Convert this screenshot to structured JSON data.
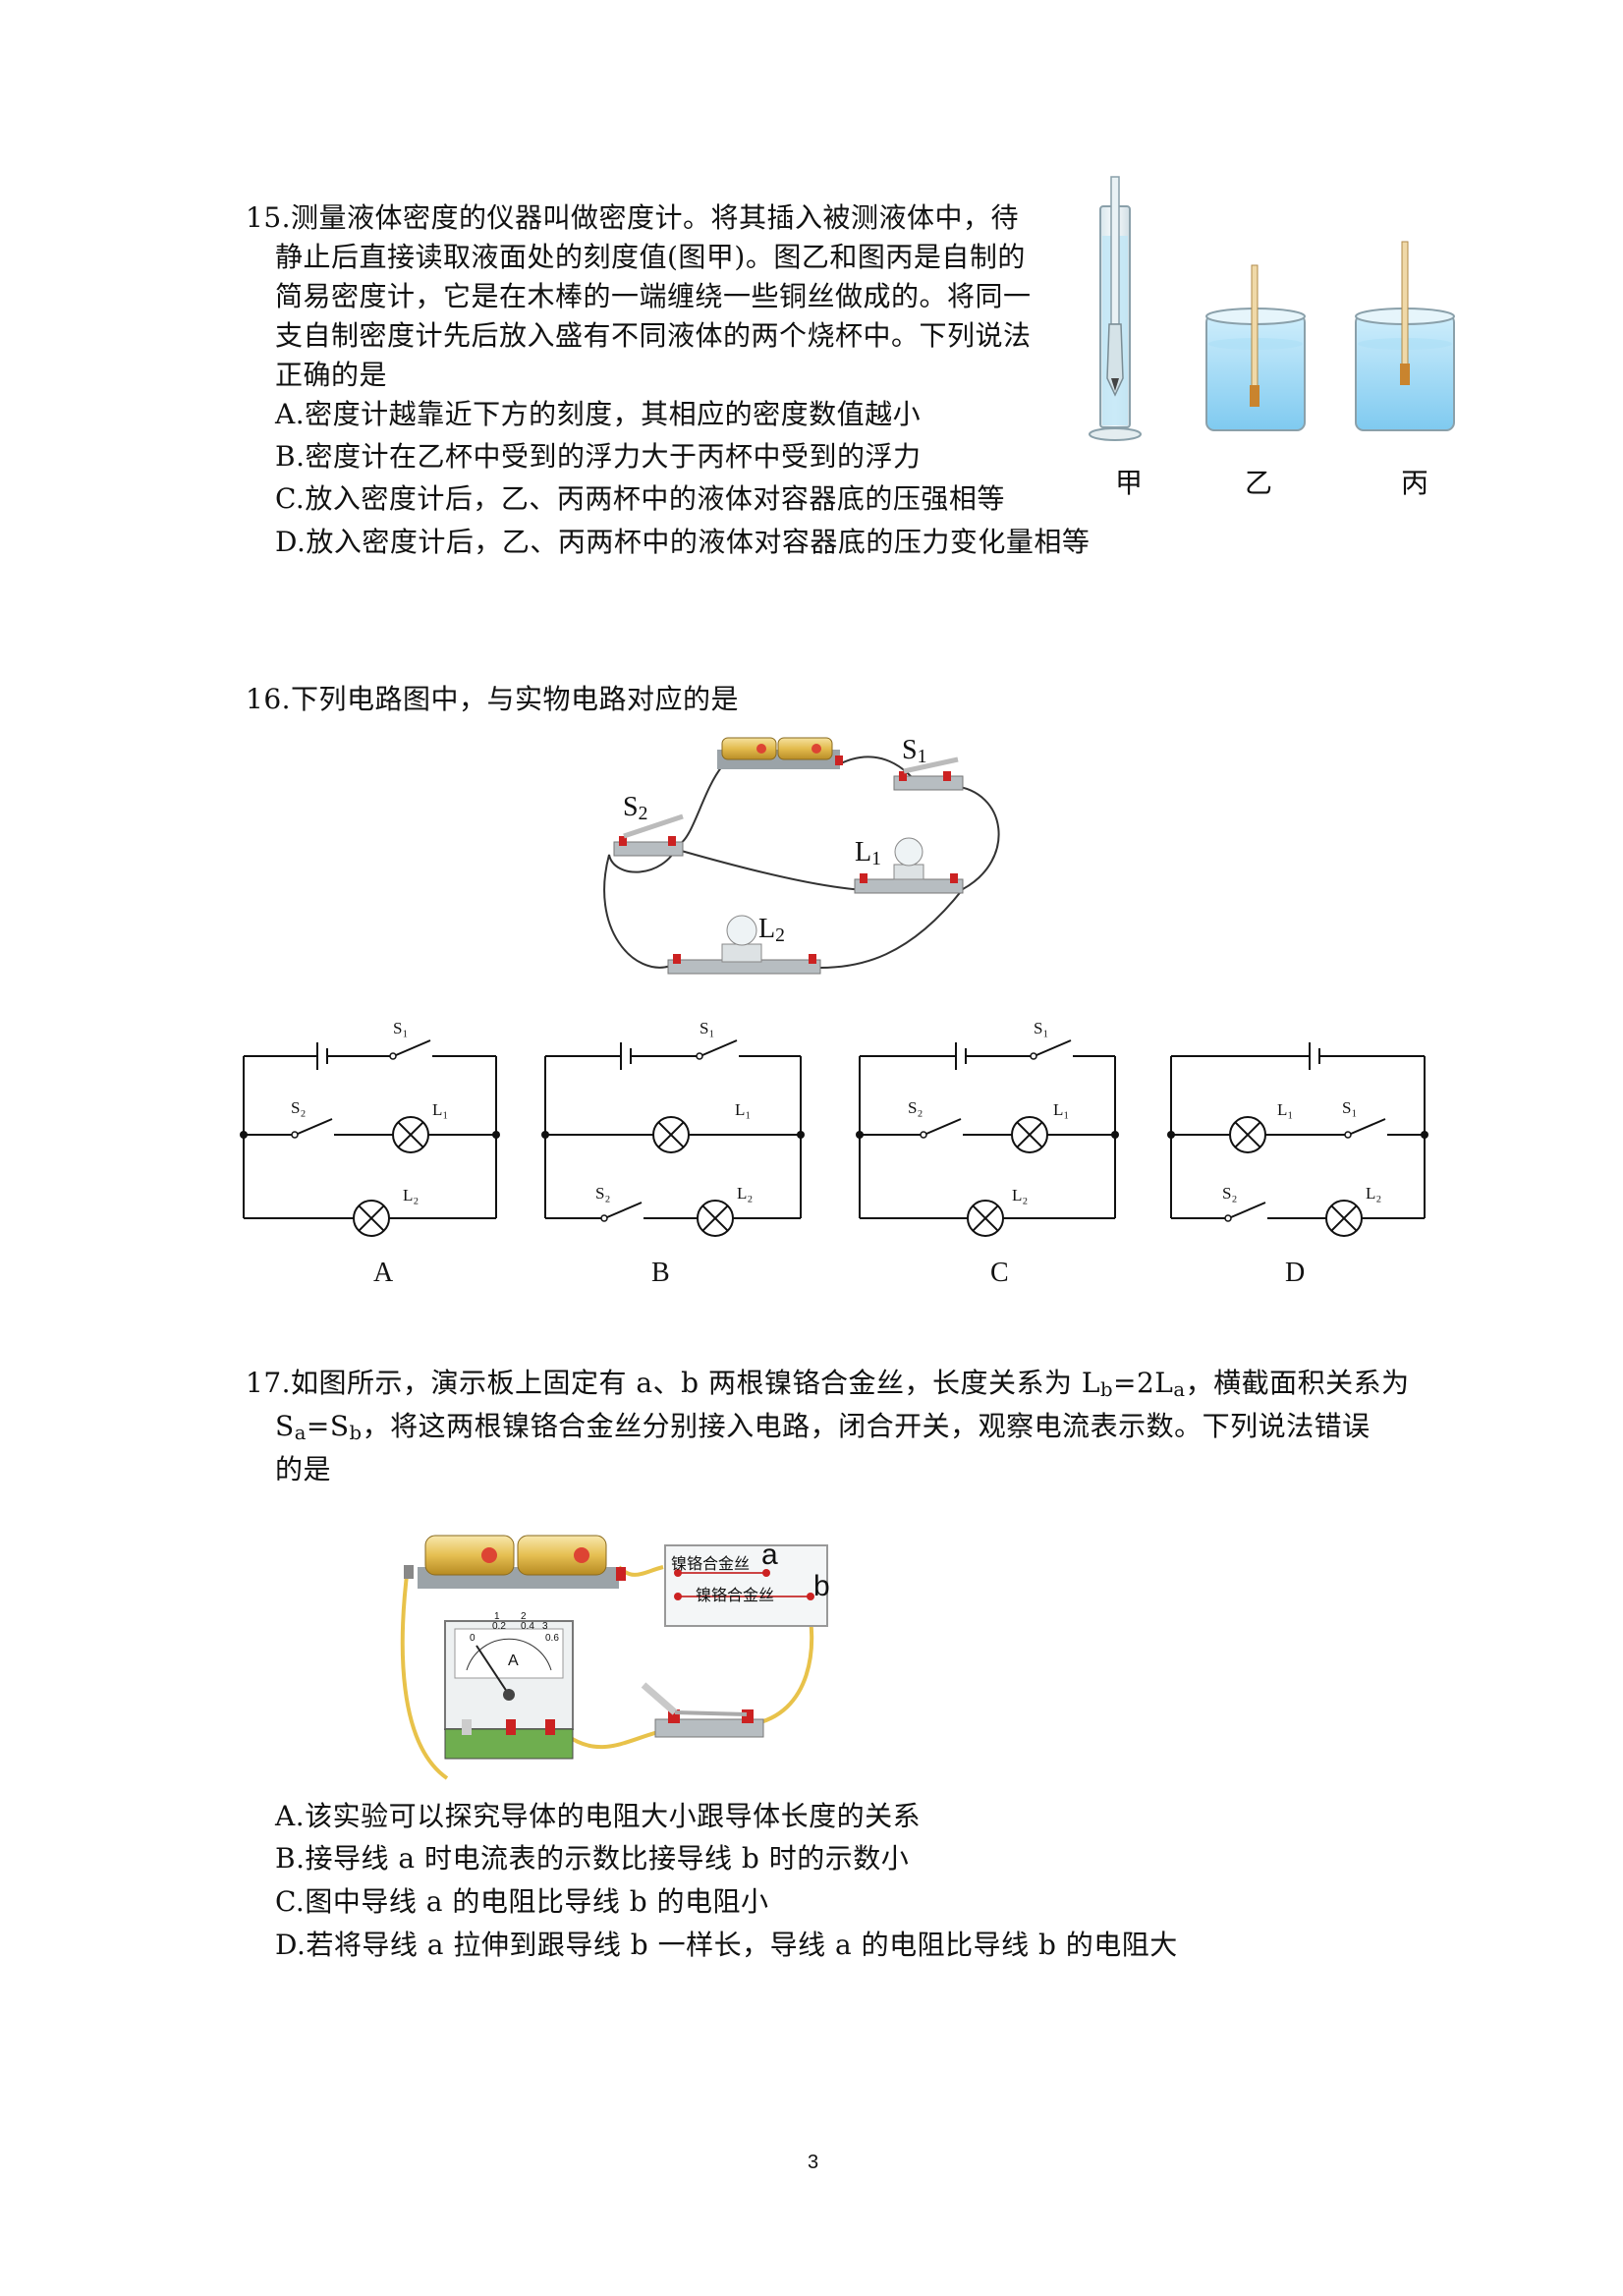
{
  "q15": {
    "stem": [
      "15.测量液体密度的仪器叫做密度计。将其插入被测液体中，待",
      "静止后直接读取液面处的刻度值(图甲)。图乙和图丙是自制的",
      "简易密度计，它是在木棒的一端缠绕一些铜丝做成的。将同一",
      "支自制密度计先后放入盛有不同液体的两个烧杯中。下列说法",
      "正确的是"
    ],
    "options": [
      "A.密度计越靠近下方的刻度，其相应的密度数值越小",
      "B.密度计在乙杯中受到的浮力大于丙杯中受到的浮力",
      "C.放入密度计后，乙、丙两杯中的液体对容器底的压强相等",
      "D.放入密度计后，乙、丙两杯中的液体对容器底的压力变化量相等"
    ],
    "figure_labels": [
      "甲",
      "乙",
      "丙"
    ]
  },
  "q16": {
    "stem": "16.下列电路图中，与实物电路对应的是",
    "photo_labels": {
      "s1": "S",
      "s1_sub": "1",
      "s2": "S",
      "s2_sub": "2",
      "l1": "L",
      "l1_sub": "1",
      "l2": "L",
      "l2_sub": "2"
    },
    "schematic_labels": {
      "s1": "S₁",
      "s2": "S₂",
      "l1": "L₁",
      "l2": "L₂"
    },
    "option_letters": [
      "A",
      "B",
      "C",
      "D"
    ]
  },
  "q17": {
    "stem_line1_pre": "17.如图所示，演示板上固定有 a、b 两根镍铬合金丝，长度关系为 L",
    "stem_line1_sub1": "b",
    "stem_line1_mid": "=2L",
    "stem_line1_sub2": "a",
    "stem_line1_post": "，横截面积关系为",
    "stem_line2_pre": "S",
    "stem_line2_sub1": "a",
    "stem_line2_mid": "=S",
    "stem_line2_sub2": "b",
    "stem_line2_post": "，将这两根镍铬合金丝分别接入电路，闭合开关，观察电流表示数。下列说法错误",
    "stem_line3": "的是",
    "board_labels": {
      "wire_a": "镍铬合金丝",
      "wire_b": "镍铬合金丝",
      "a": "a",
      "b": "b"
    },
    "meter_label": "A",
    "meter_scale": [
      "0",
      "0.2",
      "0.4",
      "0.6",
      "1",
      "2",
      "3"
    ],
    "options": [
      "A.该实验可以探究导体的电阻大小跟导体长度的关系",
      "B.接导线 a 时电流表的示数比接导线 b 时的示数小",
      "C.图中导线 a 的电阻比导线 b 的电阻小",
      "D.若将导线 a 拉伸到跟导线 b 一样长，导线 a 的电阻比导线 b 的电阻大"
    ]
  },
  "page_number": "3"
}
